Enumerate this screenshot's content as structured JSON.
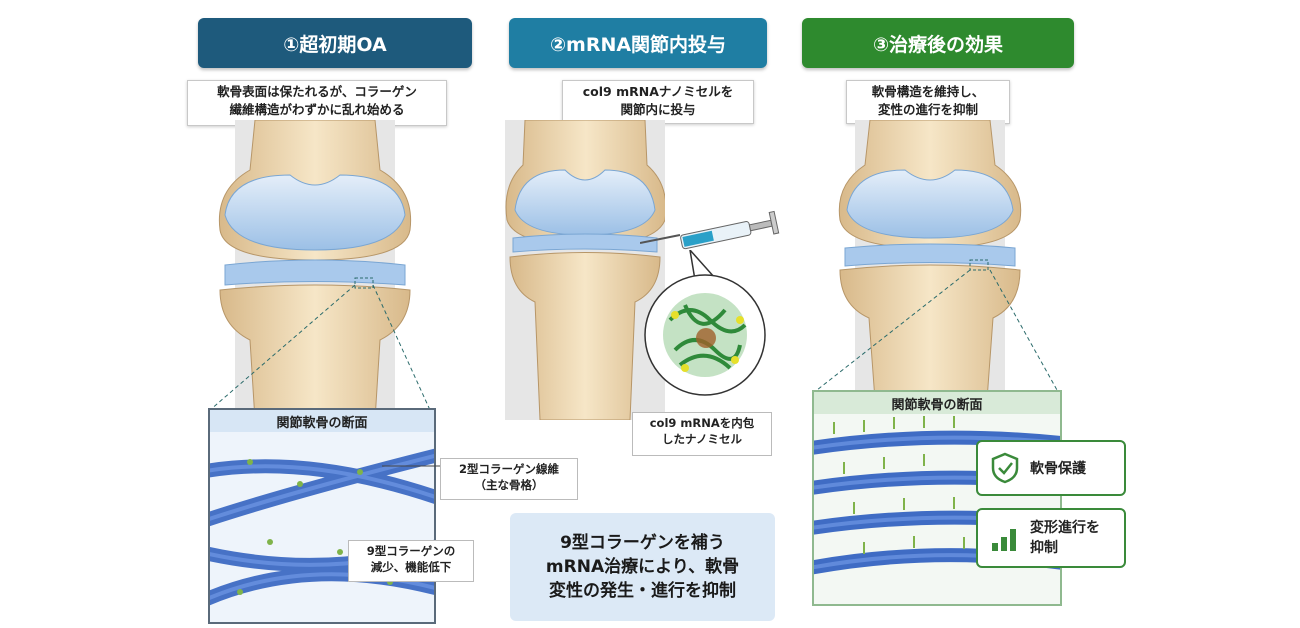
{
  "step1": {
    "title": "①超初期OA",
    "note_line1": "軟骨表面は保たれるが、コラーゲン",
    "note_line2": "繊維構造がわずかに乱れ始める",
    "panel_title": "関節軟骨の断面",
    "callout_type2_line1": "2型コラーゲン線維",
    "callout_type2_line2": "（主な骨格）",
    "callout_type9_line1": "9型コラーゲンの",
    "callout_type9_line2": "減少、機能低下"
  },
  "step2": {
    "title": "②mRNA関節内投与",
    "note_line1": "col9 mRNAナノミセルを",
    "note_line2": "関節内に投与",
    "callout_line1": "col9 mRNAを内包",
    "callout_line2": "したナノミセル"
  },
  "step3": {
    "title": "③治療後の効果",
    "note_line1": "軟骨構造を維持し、",
    "note_line2": "変性の進行を抑制",
    "panel_title": "関節軟骨の断面",
    "effect1": "軟骨保護",
    "effect2_line1": "変形進行を",
    "effect2_line2": "抑制"
  },
  "summary": {
    "line1": "9型コラーゲンを補う",
    "line2": "mRNA治療により、軟骨",
    "line3": "変性の発生・進行を抑制"
  },
  "colors": {
    "step1_header": "#1e5a7c",
    "step2_header": "#1f7ea3",
    "step3_header": "#2e8a2e",
    "fiber": "#4f7fd6",
    "summary_bg": "#dce9f6"
  }
}
